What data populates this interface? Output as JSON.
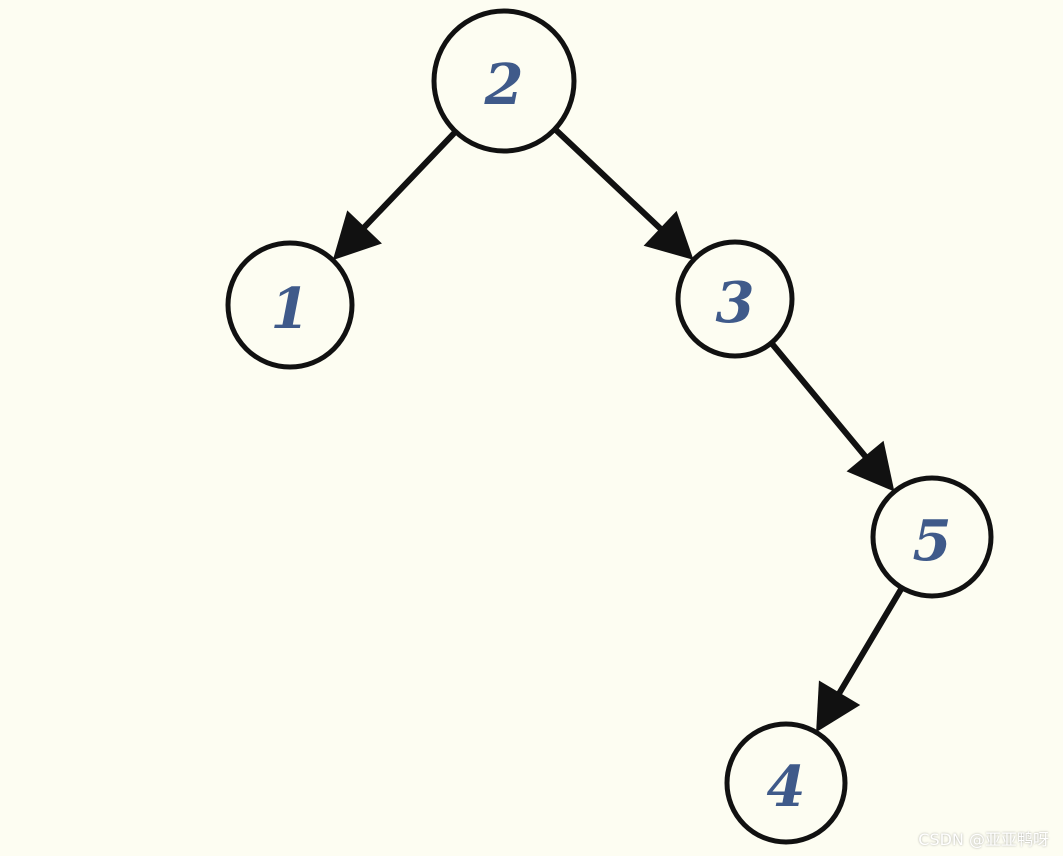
{
  "nodes": [
    {
      "id": "n2",
      "label": "2"
    },
    {
      "id": "n1",
      "label": "1"
    },
    {
      "id": "n3",
      "label": "3"
    },
    {
      "id": "n5",
      "label": "5"
    },
    {
      "id": "n4",
      "label": "4"
    }
  ],
  "edges": [
    {
      "from": "n2",
      "to": "n1"
    },
    {
      "from": "n2",
      "to": "n3"
    },
    {
      "from": "n3",
      "to": "n5"
    },
    {
      "from": "n5",
      "to": "n4"
    }
  ],
  "colors": {
    "background": "#fdfdf2",
    "stroke": "#111111",
    "label": "#3f5a8a"
  },
  "watermark": "CSDN @亚亚鸭呀"
}
